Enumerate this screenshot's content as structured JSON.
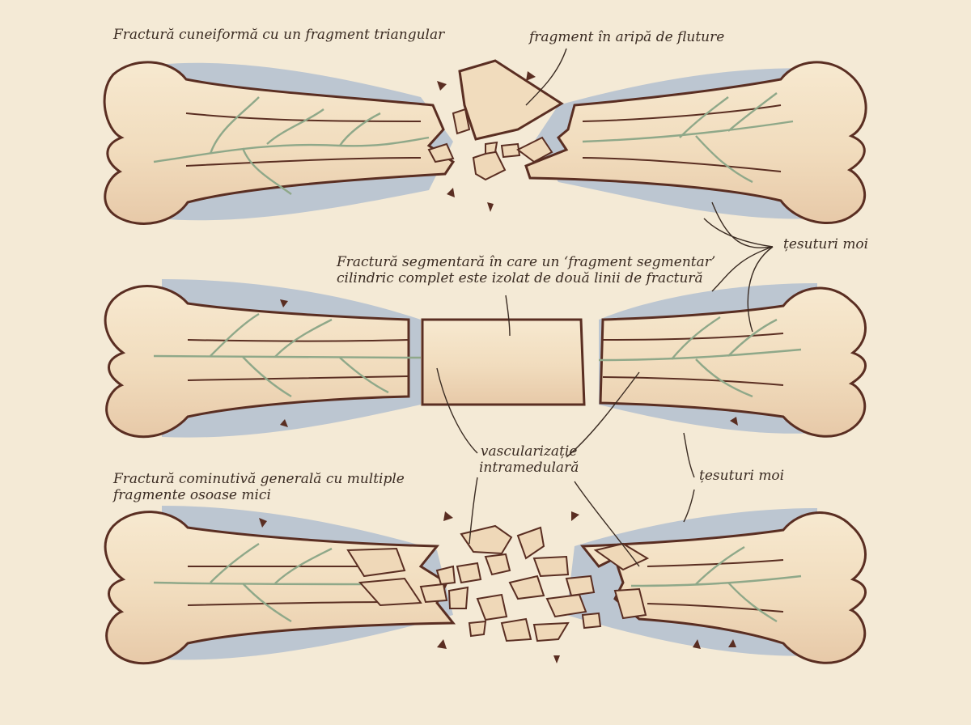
{
  "labels": {
    "wedge_title": "Fractură cuneiformă cu un fragment triangular",
    "butterfly": "fragment în aripă de fluture",
    "soft_tissue_upper": "țesuturi moi",
    "segmental_line1": "Fractură segmentară în care un ‘fragment segmentar’",
    "segmental_line2": "cilindric complet este izolat de două linii de fractură",
    "vasc_line1": "vascularizație",
    "vasc_line2": "intramedulară",
    "soft_tissue_lower": "țesuturi moi",
    "comminuted_line1": "Fractură cominutivă generală cu multiple",
    "comminuted_line2": "fragmente osoase mici"
  },
  "colors": {
    "paper": "#f4ead6",
    "bone": "#f3e2c6",
    "bone_shade": "#e6c7a6",
    "outline": "#5a2e22",
    "vessel": "#8fa889",
    "soft_tissue": "#a9b9cf",
    "text": "#3a2b22"
  }
}
